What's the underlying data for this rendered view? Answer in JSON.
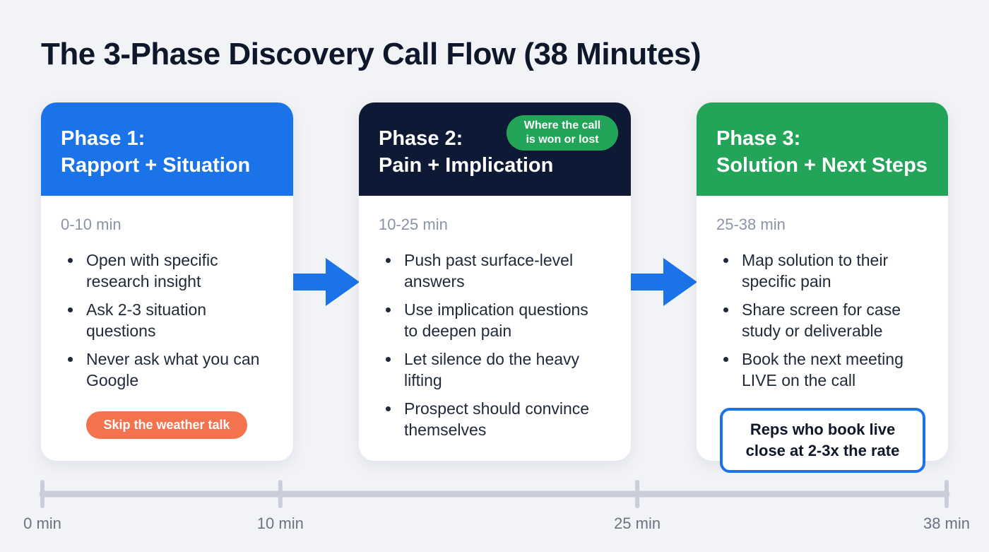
{
  "title": "The 3-Phase Discovery Call Flow (38 Minutes)",
  "colors": {
    "phase1": "#1a73e8",
    "phase2": "#0e1a35",
    "phase3": "#22a559",
    "arrow": "#1a73e8",
    "tag": "#f4734f",
    "timeline": "#c9ced8"
  },
  "phases": [
    {
      "heading_line1": "Phase 1:",
      "heading_line2": "Rapport + Situation",
      "duration": "0-10 min",
      "bullets": [
        [
          "Open with specific",
          "research insight"
        ],
        [
          "Ask 2-3 situation",
          "questions"
        ],
        [
          "Never ask what you can",
          "Google"
        ]
      ],
      "tag": "Skip the weather talk"
    },
    {
      "heading_line1": "Phase 2:",
      "heading_line2": "Pain + Implication",
      "duration": "10-25 min",
      "badge_line1": "Where the call",
      "badge_line2": "is won or lost",
      "bullets": [
        [
          "Push past surface-level",
          "answers"
        ],
        [
          "Use implication questions",
          "to deepen pain"
        ],
        [
          "Let silence do the heavy",
          "lifting"
        ],
        [
          "Prospect should convince",
          "themselves"
        ]
      ]
    },
    {
      "heading_line1": "Phase 3:",
      "heading_line2": "Solution + Next Steps",
      "duration": "25-38 min",
      "bullets": [
        [
          "Map solution to their",
          "specific pain"
        ],
        [
          "Share screen for case",
          "study or deliverable"
        ],
        [
          "Book the next meeting",
          "LIVE on the call"
        ]
      ],
      "callout_line1": "Reps who book live",
      "callout_line2": "close at 2-3x the rate"
    }
  ],
  "timeline": {
    "ticks": [
      {
        "minute": 0,
        "label": "0 min"
      },
      {
        "minute": 10,
        "label": "10 min"
      },
      {
        "minute": 25,
        "label": "25 min"
      },
      {
        "minute": 38,
        "label": "38 min"
      }
    ],
    "total_minutes": 38
  }
}
